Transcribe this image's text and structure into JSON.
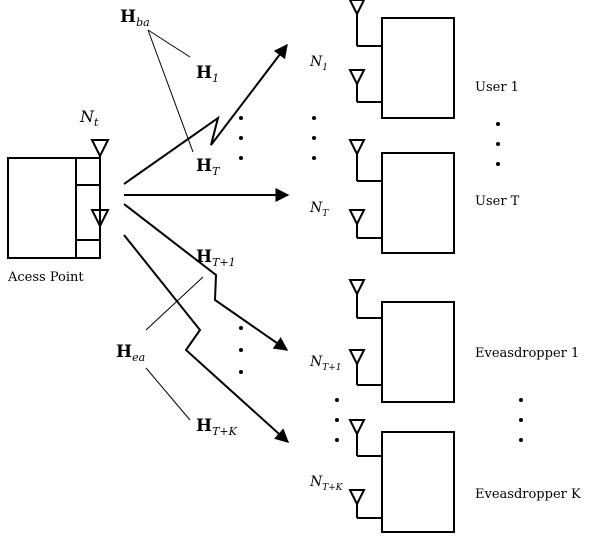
{
  "access_point": {
    "label": "Acess Point",
    "antenna_label_base": "N",
    "antenna_label_sub": "t"
  },
  "channels": {
    "h_ba": {
      "base": "H",
      "sub": "ba"
    },
    "h_1": {
      "base": "H",
      "sub": "1"
    },
    "h_T": {
      "base": "H",
      "sub": "T"
    },
    "h_T1": {
      "base": "H",
      "sub": "T+1"
    },
    "h_ea": {
      "base": "H",
      "sub": "ea"
    },
    "h_TK": {
      "base": "H",
      "sub": "T+K"
    }
  },
  "receivers": [
    {
      "name": "User 1",
      "ant_base": "N",
      "ant_sub": "1"
    },
    {
      "name": "User T",
      "ant_base": "N",
      "ant_sub": "T"
    },
    {
      "name": "Eveasdropper 1",
      "ant_base": "N",
      "ant_sub": "T+1"
    },
    {
      "name": "Eveasdropper K",
      "ant_base": "N",
      "ant_sub": "T+K"
    }
  ],
  "ellipsis": "⋮"
}
